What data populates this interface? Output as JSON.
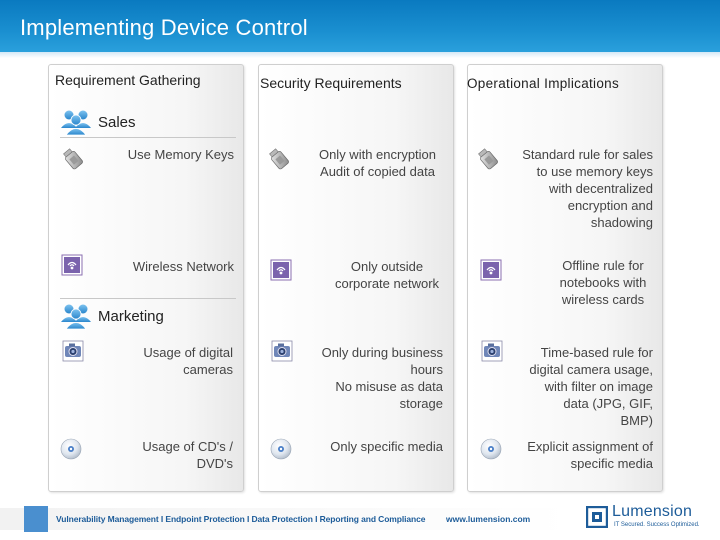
{
  "header": {
    "title": "Implementing Device Control"
  },
  "columns": {
    "requirement": "Requirement Gathering",
    "security": "Security Requirements",
    "operational": "Operational Implications"
  },
  "groups": {
    "sales": {
      "label": "Sales",
      "rows": [
        {
          "requirement": [
            "Use Memory Keys"
          ],
          "security": [
            "Only with encryption",
            "Audit of copied data"
          ],
          "operational": [
            "Standard rule for sales",
            "to use memory keys",
            "with decentralized",
            "encryption and",
            "shadowing"
          ],
          "icon": "usb-memory-key-icon"
        },
        {
          "requirement": [
            "Wireless Network"
          ],
          "security": [
            "Only outside",
            "corporate network"
          ],
          "operational": [
            "Offline rule for",
            "notebooks with",
            "wireless cards"
          ],
          "icon": "wireless-network-icon"
        }
      ]
    },
    "marketing": {
      "label": "Marketing",
      "rows": [
        {
          "requirement": [
            "Usage of digital",
            "cameras"
          ],
          "security": [
            "Only during business",
            "hours",
            "No misuse as data",
            "storage"
          ],
          "operational": [
            "Time-based rule for",
            "digital camera usage,",
            "with filter on image",
            "data (JPG, GIF,",
            "BMP)"
          ],
          "icon": "digital-camera-icon"
        },
        {
          "requirement": [
            "Usage of CD's /",
            "DVD's"
          ],
          "security": [
            "Only specific media"
          ],
          "operational": [
            "Explicit assignment of",
            "specific media"
          ],
          "icon": "cd-dvd-disc-icon"
        }
      ]
    }
  },
  "footer": {
    "tagline": "Vulnerability Management I Endpoint Protection I Data Protection I Reporting and Compliance",
    "url": "www.lumension.com",
    "logo_name": "Lumension",
    "logo_sub": "IT Secured. Success Optimized."
  },
  "colors": {
    "title_bar": "#1a8fd0",
    "brand_blue": "#1d5c99"
  }
}
